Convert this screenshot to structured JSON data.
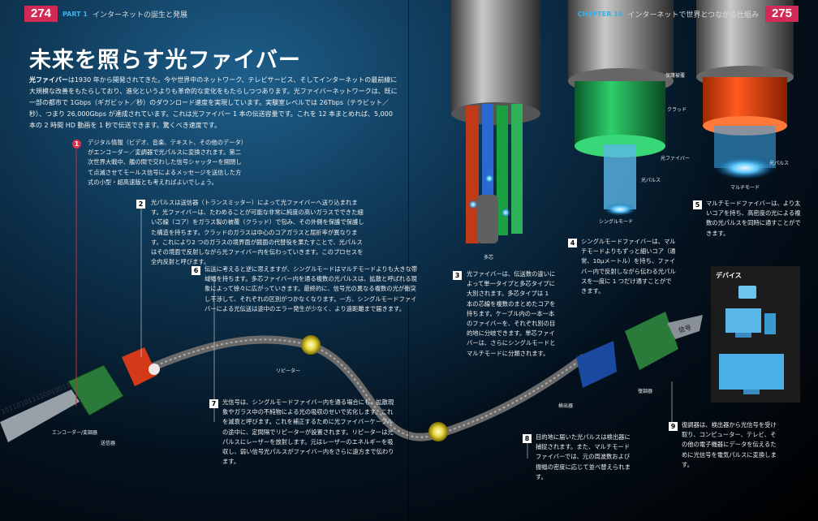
{
  "header": {
    "left_page_number": "274",
    "left_chapter": "PART 1",
    "left_title": "インターネットの誕生と発展",
    "right_chapter": "CHAPTER 16",
    "right_title": "インターネットで世界とつながる仕組み",
    "right_page_number": "275"
  },
  "title": "未来を照らす光ファイバー",
  "intro": {
    "lead": "光ファイバー",
    "text": "は1930 年から開発されてきた。今や世界中のネットワーク、テレビサービス、そしてインターネットの最前線に大規模な改善をもたらしており、進化というよりも革命的な変化をもたらしつつあります。光ファイバーネットワークは、既に一部の都市で 1Gbps（ギガビット／秒）のダウンロード速度を実現しています。実験室レベルでは 26Tbps（テラビット／秒）、つまり 26,000Gbps が達成されています。これは光ファイバー 1 本の伝送容量です。これを 12 本まとめれば、5,000 本の 2 時間 HD 動画を 1 秒で伝送できます。驚くべき速度です。"
  },
  "steps": [
    {
      "n": "1",
      "text": "デジタル情報（ビデオ、音楽、テキスト、その他のデータ）がエンコーダー／変調器で光パルスに変換されます。第二次世界大戦中、艦の間で交わした信号シャッターを開閉して点滅させてモールス信号によるメッセージを送信した方式の小型・超高速版とも考えればよいでしょう。"
    },
    {
      "n": "2",
      "text": "光パルスは送信器（トランスミッター）によって光ファイバーへ送り込まれます。光ファイバーは、たわめることが可能な非常に純度の高いガラスでできた細い芯線（コア）をガラス製の被覆（クラッド）で包み、その外側を保護で保護した構造を持ちます。クラッドのガラスは中心のコアガラスと屈折率が異なります。これにより2 つのガラスの境界面が鏡面の代替役を果たすことで、光パルスはその境面で反射しながら光ファイバー内を伝わっていきます。このプロセスを全内反射と呼びます。"
    },
    {
      "n": "3",
      "text": "光ファイバーは、伝送数の違いによって単一タイプと多芯タイプに大別されます。多芯タイプは 1 本の芯線を複数のまとめたコアを持ちます。ケーブル内の一本一本のファイバーを、それぞれ別の目的地に分岐できます。単芯ファイバーは、さらにシングルモードとマルチモードに分類されます。"
    },
    {
      "n": "4",
      "text": "シングルモードファイバーは、マルチモードよりもずっと細いコア（通常、10μメートル）を持ち、ファイバー内で反射しながら伝わる光パルスを一度に 1 つだけ通すことができます。"
    },
    {
      "n": "5",
      "text": "マルチモードファイバーは、より太いコアを持ち、高密度の光による複数の光パルスを同時に通すことができます。"
    },
    {
      "n": "6",
      "text": "伝送に考えると逆に思えますが、シングルモードはマルチモードよりも大きな帯域幅を持ちます。多芯ファイバー内を通る複数の光パルスは、拡散と呼ばれる現象によって徐々に広がっていきます。最終的に、信号光の異なる複数の光が衝突し干渉して、それぞれの区別がつかなくなります。一方、シングルモードファイバーによる光伝送は途中のエラー発生が少なく、より遠距離まで届きます。"
    },
    {
      "n": "7",
      "text": "光信号は、シングルモードファイバー内を通る場合にも、拡散現象やガラス中の不純物による光の吸収のせいで劣化します。これを減衰と呼びます。これを補正するために光ファイバーケーブルの途中に、定間隔でリピーターが設置されます。リピーターは光パルスにレーザーを放射します。元はレーザーのエネルギーを吸収し、弱い信号光パルスがファイバー内をさらに遠方まで伝わります。"
    },
    {
      "n": "8",
      "text": "目的地に届いた光パルスは検出器に捕捉されます。また、マルチモードファイバーでは、元の周波数および振幅の密度に応じて並べ替えられます。"
    },
    {
      "n": "9",
      "text": "復調器は、検出器から光信号を受け取り、コンピューター、テレビ、その他の電子機器にデータを伝えるために光信号を電気パルスに変換します。"
    }
  ],
  "labels": {
    "encoder": "エンコーダー/変調器",
    "transmitter": "送信器",
    "repeater": "リピーター",
    "detector": "検出器",
    "demodulator": "復調器",
    "multicore": "多芯",
    "singlemode": "シングルモード",
    "multimode": "マルチモード",
    "protective": "保護被覆",
    "cladding": "クラッド",
    "fiber": "光ファイバー",
    "pulse": "光パルス",
    "pulse2": "光パルス",
    "binary": "101101011110010011",
    "signal": "信号",
    "devices": "デバイス"
  },
  "colors": {
    "accent": "#d02a55",
    "chapter": "#3bb0e6",
    "cable": "#6a6a6a"
  }
}
